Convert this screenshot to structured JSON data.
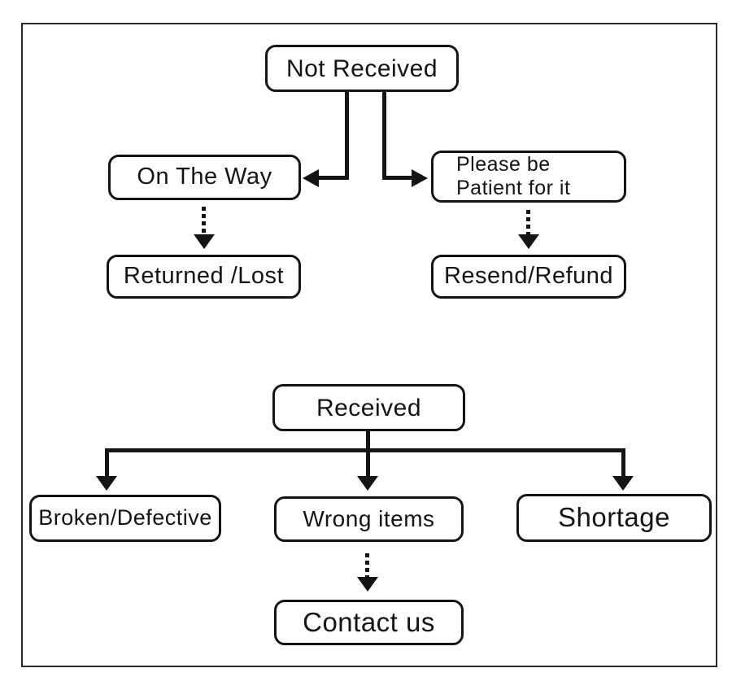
{
  "diagram": {
    "title": "order-status-resolution-flowchart",
    "colors": {
      "stroke": "#141414",
      "background": "#ffffff"
    },
    "nodes": [
      {
        "id": "not-received",
        "label": "Not Received"
      },
      {
        "id": "on-the-way",
        "label": "On The Way"
      },
      {
        "id": "please-be-patient",
        "label": "Please be Patient for it",
        "line1": "Please be",
        "line2": "Patient for it"
      },
      {
        "id": "returned-lost",
        "label": "Returned /Lost"
      },
      {
        "id": "resend-refund",
        "label": "Resend/Refund"
      },
      {
        "id": "received",
        "label": "Received"
      },
      {
        "id": "broken-defective",
        "label": "Broken/Defective"
      },
      {
        "id": "wrong-items",
        "label": "Wrong items"
      },
      {
        "id": "shortage",
        "label": "Shortage"
      },
      {
        "id": "contact-us",
        "label": "Contact us"
      }
    ],
    "edges": [
      {
        "from": "not-received",
        "to": "on-the-way",
        "style": "solid"
      },
      {
        "from": "not-received",
        "to": "please-be-patient",
        "style": "solid"
      },
      {
        "from": "on-the-way",
        "to": "returned-lost",
        "style": "dotted"
      },
      {
        "from": "please-be-patient",
        "to": "resend-refund",
        "style": "dotted"
      },
      {
        "from": "received",
        "to": "broken-defective",
        "style": "solid"
      },
      {
        "from": "received",
        "to": "wrong-items",
        "style": "solid"
      },
      {
        "from": "received",
        "to": "shortage",
        "style": "solid"
      },
      {
        "from": "wrong-items",
        "to": "contact-us",
        "style": "dotted"
      }
    ]
  }
}
